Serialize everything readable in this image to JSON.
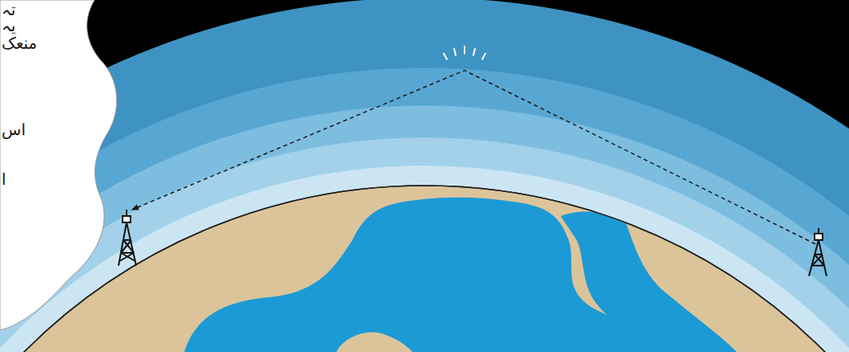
{
  "diagram": {
    "labels": [
      "تہ",
      "یہ",
      "منعک",
      "اس",
      "ا"
    ]
  }
}
